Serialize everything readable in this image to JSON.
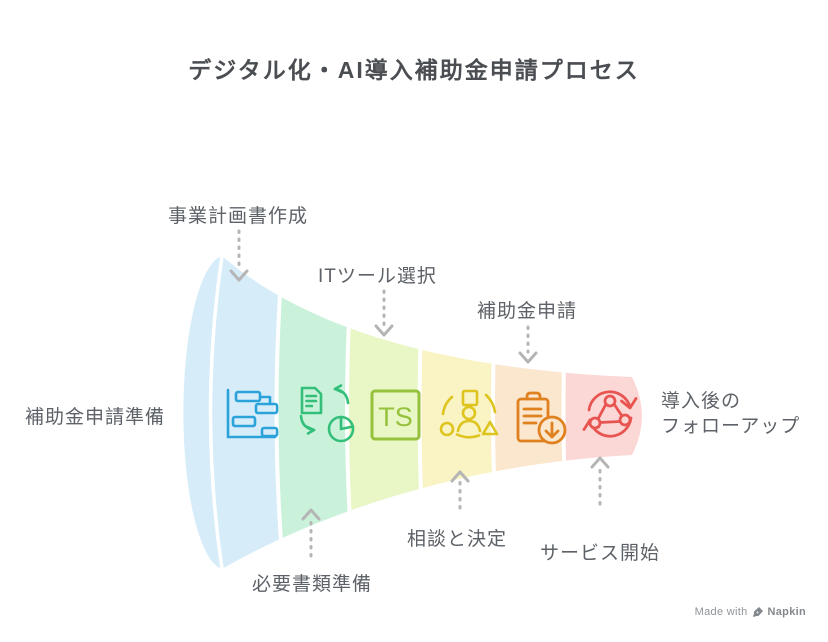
{
  "title": "デジタル化・AI導入補助金申請プロセス",
  "colors": {
    "title_text": "#4a4d52",
    "label_text": "#5d6268",
    "arrow": "#b5b5b5",
    "separator": "#ffffff"
  },
  "funnel": {
    "entry_label": "補助金申請準備",
    "exit_label_line1": "導入後の",
    "exit_label_line2": "フォローアップ",
    "stages": [
      {
        "label": "事業計画書作成",
        "label_position": "top",
        "icon": "gantt-chart-icon",
        "segment_color": "#d6ecf9",
        "icon_color": "#2ba3da"
      },
      {
        "label": "必要書類準備",
        "label_position": "bottom",
        "icon": "document-to-pie-chart-icon",
        "segment_color": "#caf2db",
        "icon_color": "#33bf7a"
      },
      {
        "label": "ITツール選択",
        "label_position": "top",
        "icon": "ts-tool-badge-icon",
        "icon_text": "TS",
        "segment_color": "#e9f6c5",
        "icon_color": "#95c13c"
      },
      {
        "label": "相談と決定",
        "label_position": "bottom",
        "icon": "person-options-icon",
        "segment_color": "#faf3c4",
        "icon_color": "#ddc41e"
      },
      {
        "label": "補助金申請",
        "label_position": "top",
        "icon": "clipboard-download-icon",
        "segment_color": "#fbe6ce",
        "icon_color": "#e0811f"
      },
      {
        "label": "サービス開始",
        "label_position": "bottom",
        "icon": "cycle-share-icon",
        "segment_color": "#fbd8d6",
        "icon_color": "#e85551"
      }
    ]
  },
  "watermark": {
    "prefix": "Made with",
    "brand": "Napkin"
  }
}
